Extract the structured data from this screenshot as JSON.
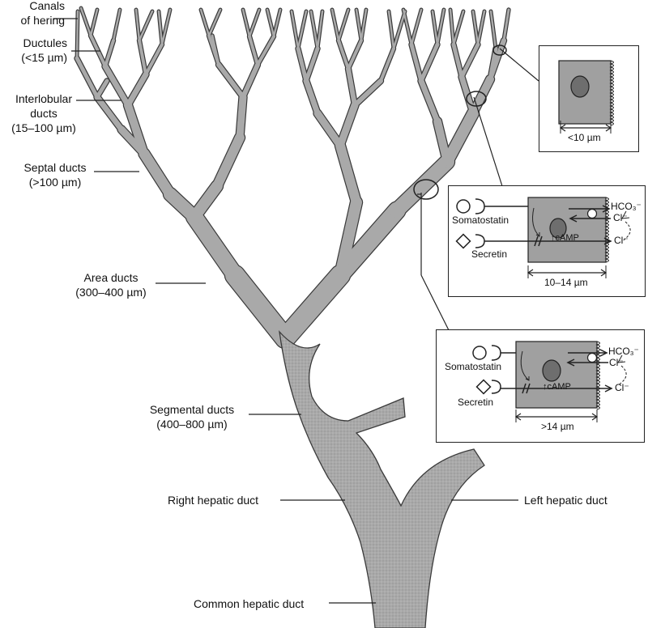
{
  "labels": {
    "canals_line1": "Canals",
    "canals_line2": "of hering",
    "ductules_line1": "Ductules",
    "ductules_line2": "(<15 µm)",
    "interlobular_line1": "Interlobular",
    "interlobular_line2": "ducts",
    "interlobular_line3": "(15–100 µm)",
    "septal_line1": "Septal ducts",
    "septal_line2": "(>100 µm)",
    "area_line1": "Area ducts",
    "area_line2": "(300–400 µm)",
    "segmental_line1": "Segmental ducts",
    "segmental_line2": "(400–800 µm)",
    "right_hepatic": "Right hepatic duct",
    "left_hepatic": "Left hepatic duct",
    "common_hepatic": "Common hepatic duct"
  },
  "inset_small": {
    "size": "<10 µm"
  },
  "inset_mid": {
    "somatostatin": "Somatostatin",
    "secretin": "Secretin",
    "camp": "↑cAMP",
    "hco3": "HCO₃⁻",
    "cl_in": "Cl⁻",
    "cl_out": "Cl⁻",
    "size": "10–14 µm"
  },
  "inset_large": {
    "somatostatin": "Somatostatin",
    "secretin": "Secretin",
    "camp": "↑cAMP",
    "hco3": "HCO₃⁻",
    "cl_in": "Cl⁻",
    "cl_out": "Cl⁻",
    "size": ">14 µm"
  },
  "colors": {
    "duct_fill": "#a9a9a9",
    "duct_stroke": "#3a3a3a",
    "cell_fill": "#a0a0a0",
    "nucleus_fill": "#6e6e6e"
  }
}
